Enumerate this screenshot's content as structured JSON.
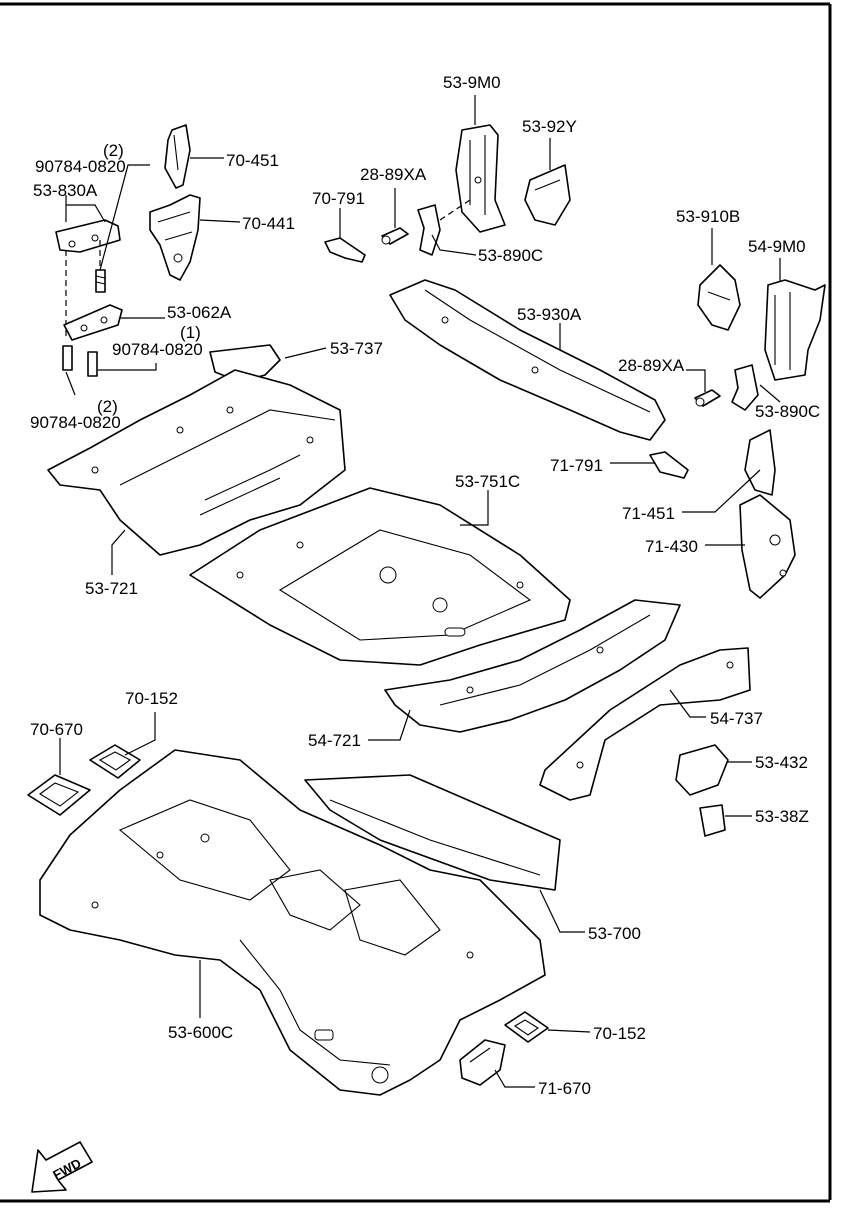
{
  "labels": {
    "p_53_9M0": "53-9M0",
    "p_53_92Y": "53-92Y",
    "p_70_451": "70-451",
    "p_70_441": "70-441",
    "p_28_89XA_top": "28-89XA",
    "p_70_791": "70-791",
    "p_53_890C_top": "53-890C",
    "p_53_910B": "53-910B",
    "p_54_9M0": "54-9M0",
    "p_53_930A": "53-930A",
    "p_28_89XA_right": "28-89XA",
    "p_53_890C_right": "53-890C",
    "p_53_830A": "53-830A",
    "p_90784_0820_a": "90784-0820",
    "p_qty_2_a": "(2)",
    "p_53_062A": "53-062A",
    "p_qty_1": "(1)",
    "p_90784_0820_b": "90784-0820",
    "p_53_737": "53-737",
    "p_qty_2_b": "(2)",
    "p_90784_0820_c": "90784-0820",
    "p_71_791": "71-791",
    "p_53_751C": "53-751C",
    "p_71_451": "71-451",
    "p_71_430": "71-430",
    "p_53_721": "53-721",
    "p_70_152_top": "70-152",
    "p_70_670": "70-670",
    "p_54_721": "54-721",
    "p_54_737": "54-737",
    "p_53_432": "53-432",
    "p_53_38Z": "53-38Z",
    "p_53_700": "53-700",
    "p_53_600C": "53-600C",
    "p_70_152_bottom": "70-152",
    "p_71_670": "71-670",
    "fwd": "FWD"
  },
  "icons": {
    "direction": "fwd-arrow-icon"
  }
}
